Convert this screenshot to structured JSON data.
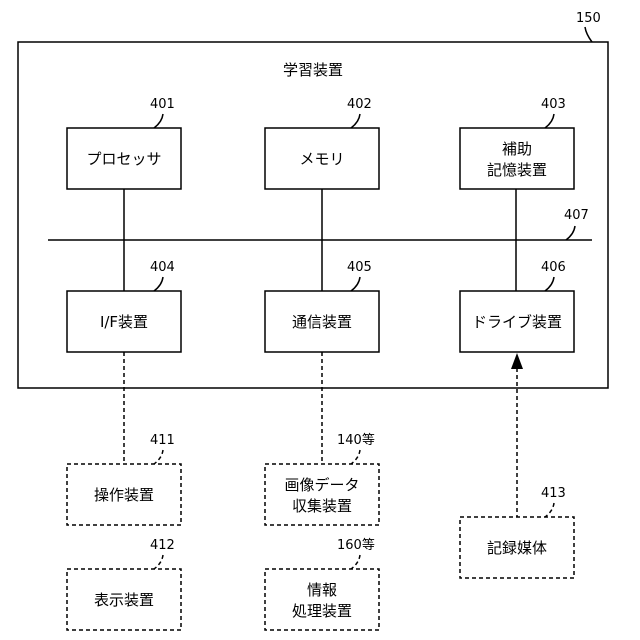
{
  "outer": {
    "ref": "150",
    "title": "学習装置"
  },
  "bus": {
    "ref": "407"
  },
  "components": {
    "processor": {
      "ref": "401",
      "lines": [
        "プロセッサ"
      ]
    },
    "memory": {
      "ref": "402",
      "lines": [
        "メモリ"
      ]
    },
    "aux_storage": {
      "ref": "403",
      "lines": [
        "補助",
        "記憶装置"
      ]
    },
    "if_device": {
      "ref": "404",
      "lines": [
        "I/F装置"
      ]
    },
    "comm_device": {
      "ref": "405",
      "lines": [
        "通信装置"
      ]
    },
    "drive_device": {
      "ref": "406",
      "lines": [
        "ドライブ装置"
      ]
    }
  },
  "external": {
    "operation_device": {
      "ref": "411",
      "lines": [
        "操作装置"
      ]
    },
    "display_device": {
      "ref": "412",
      "lines": [
        "表示装置"
      ]
    },
    "image_collector": {
      "ref": "140等",
      "lines": [
        "画像データ",
        "収集装置"
      ]
    },
    "info_processor": {
      "ref": "160等",
      "lines": [
        "情報",
        "処理装置"
      ]
    },
    "recording_medium": {
      "ref": "413",
      "lines": [
        "記録媒体"
      ]
    }
  }
}
